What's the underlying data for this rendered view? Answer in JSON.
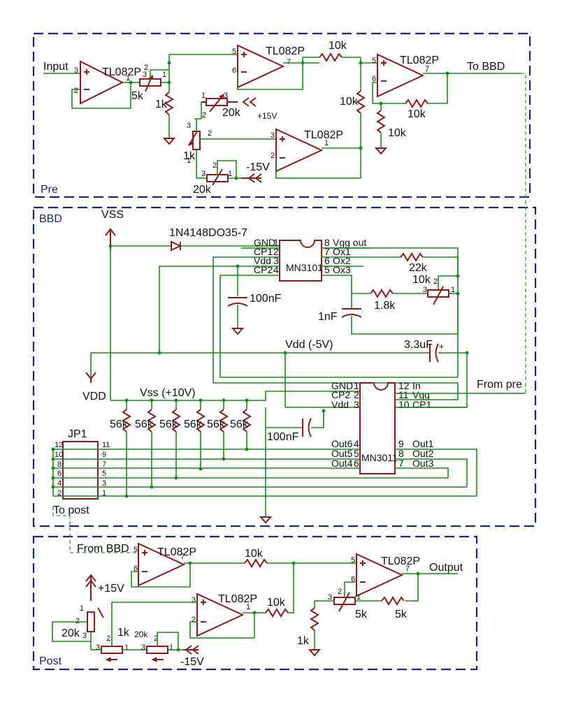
{
  "sections": {
    "pre": "Pre",
    "bbd": "BBD",
    "post": "Post"
  },
  "pre": {
    "input": "Input",
    "to_bbd": "To BBD",
    "opamp": "TL082P",
    "r_5k": "5k",
    "r_1k_a": "1k",
    "r_10k_a": "10k",
    "r_10k_b": "10k",
    "r_10k_c": "10k",
    "r_10k_d": "10k",
    "pot_20k_a": "20k",
    "pot_1k": "1k",
    "pot_20k_b": "20k",
    "plus15": "+15V",
    "minus15": "-15V"
  },
  "bbd": {
    "vss": "VSS",
    "vdd": "VDD",
    "diode": "1N4148DO35-7",
    "mn3101": {
      "name": "MN3101",
      "left": [
        {
          "n": "1",
          "l": "GND"
        },
        {
          "n": "2",
          "l": "CP1"
        },
        {
          "n": "3",
          "l": "Vdd"
        },
        {
          "n": "4",
          "l": "CP2"
        }
      ],
      "right": [
        {
          "n": "8",
          "l": "Vgg out"
        },
        {
          "n": "7",
          "l": "Ox1"
        },
        {
          "n": "6",
          "l": "Ox2"
        },
        {
          "n": "5",
          "l": "Ox3"
        }
      ]
    },
    "c_100nf_a": "100nF",
    "r_22k": "22k",
    "r_1_8k": "1.8k",
    "pot_10k": "10k",
    "c_1nf": "1nF",
    "vdd_rail": "Vdd (-5V)",
    "c_3_3uf": "3.3uF",
    "vss_rail": "Vss (+10V)",
    "from_pre": "From pre",
    "r_56k": "56k",
    "c_100nf_b": "100nF",
    "mn3011": {
      "name": "MN3011",
      "left": [
        {
          "n": "1",
          "l": "GND"
        },
        {
          "n": "2",
          "l": "CP2"
        },
        {
          "n": "3",
          "l": "Vdd"
        },
        {
          "n": "4",
          "l": "Out6"
        },
        {
          "n": "5",
          "l": "Out5"
        },
        {
          "n": "6",
          "l": "Out4"
        }
      ],
      "right": [
        {
          "n": "12",
          "l": "In"
        },
        {
          "n": "11",
          "l": "Vgg"
        },
        {
          "n": "10",
          "l": "CP1"
        },
        {
          "n": "9",
          "l": "Out1"
        },
        {
          "n": "8",
          "l": "Out2"
        },
        {
          "n": "7",
          "l": "Out3"
        }
      ]
    },
    "jp1": "JP1",
    "jp1_left_pins": [
      "12",
      "10",
      "8",
      "6",
      "4",
      "2"
    ],
    "jp1_right_pins": [
      "11",
      "9",
      "7",
      "5",
      "3",
      "1"
    ],
    "to_post": "To post"
  },
  "post": {
    "from_bbd": "From BBD",
    "opamp": "TL082P",
    "r_10k_a": "10k",
    "r_10k_b": "10k",
    "output": "Output",
    "plus15": "+15V",
    "minus15": "-15V",
    "pot_20k_a": "20k",
    "pot_1k": "1k",
    "pot_20k_b": "20k",
    "r_1k": "1k",
    "pot_5k": "5k",
    "r_5k": "5k"
  }
}
